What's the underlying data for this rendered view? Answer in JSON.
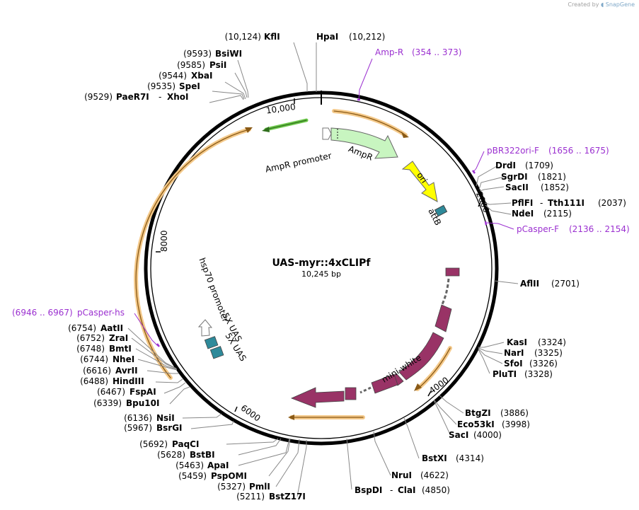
{
  "credit": {
    "prefix": "Created by",
    "brand": "SnapGene"
  },
  "plasmid": {
    "name": "UAS-myr::4xCLIPf",
    "length_label": "10,245 bp"
  },
  "ticks": [
    {
      "label": "10,000"
    },
    {
      "label": "2000"
    },
    {
      "label": "4000"
    },
    {
      "label": "6000"
    },
    {
      "label": "8000"
    }
  ],
  "sites": [
    {
      "id": "hpai",
      "name": "HpaI",
      "pos": "(10,212)"
    },
    {
      "id": "kfli",
      "name": "KflI",
      "pos": "(10,124)"
    },
    {
      "id": "bsiwi",
      "name": "BsiWI",
      "pos": "(9593)"
    },
    {
      "id": "psii",
      "name": "PsiI",
      "pos": "(9585)"
    },
    {
      "id": "xbai",
      "name": "XbaI",
      "pos": "(9544)"
    },
    {
      "id": "spei",
      "name": "SpeI",
      "pos": "(9535)"
    },
    {
      "id": "paer7i",
      "name": "PaeR7I",
      "name2": "XhoI",
      "pos": "(9529)"
    },
    {
      "id": "drdi",
      "name": "DrdI",
      "pos": "(1709)"
    },
    {
      "id": "sgrdi",
      "name": "SgrDI",
      "pos": "(1821)"
    },
    {
      "id": "sacii",
      "name": "SacII",
      "pos": "(1852)"
    },
    {
      "id": "pflfi",
      "name": "PflFI",
      "name2": "Tth111I",
      "pos": "(2037)"
    },
    {
      "id": "ndei",
      "name": "NdeI",
      "pos": "(2115)"
    },
    {
      "id": "aflii",
      "name": "AflII",
      "pos": "(2701)"
    },
    {
      "id": "kasi",
      "name": "KasI",
      "pos": "(3324)"
    },
    {
      "id": "nari",
      "name": "NarI",
      "pos": "(3325)"
    },
    {
      "id": "sfoi",
      "name": "SfoI",
      "pos": "(3326)"
    },
    {
      "id": "pluti",
      "name": "PluTI",
      "pos": "(3328)"
    },
    {
      "id": "btgzi",
      "name": "BtgZI",
      "pos": "(3886)"
    },
    {
      "id": "eco53ki",
      "name": "Eco53kI",
      "pos": "(3998)"
    },
    {
      "id": "saci",
      "name": "SacI",
      "pos": "(4000)"
    },
    {
      "id": "bstxi",
      "name": "BstXI",
      "pos": "(4314)"
    },
    {
      "id": "nrui",
      "name": "NruI",
      "pos": "(4622)"
    },
    {
      "id": "bspdi",
      "name": "BspDI",
      "name2": "ClaI",
      "pos": "(4850)"
    },
    {
      "id": "bstz17i",
      "name": "BstZ17I",
      "pos": "(5211)"
    },
    {
      "id": "pmli",
      "name": "PmlI",
      "pos": "(5327)"
    },
    {
      "id": "pspomi",
      "name": "PspOMI",
      "pos": "(5459)"
    },
    {
      "id": "apai",
      "name": "ApaI",
      "pos": "(5463)"
    },
    {
      "id": "bstbi",
      "name": "BstBI",
      "pos": "(5628)"
    },
    {
      "id": "paqci",
      "name": "PaqCI",
      "pos": "(5692)"
    },
    {
      "id": "bsrgi",
      "name": "BsrGI",
      "pos": "(5967)"
    },
    {
      "id": "nsii",
      "name": "NsiI",
      "pos": "(6136)"
    },
    {
      "id": "bpu10i",
      "name": "Bpu10I",
      "pos": "(6339)"
    },
    {
      "id": "fspai",
      "name": "FspAI",
      "pos": "(6467)"
    },
    {
      "id": "hindiii",
      "name": "HindIII",
      "pos": "(6488)"
    },
    {
      "id": "avrii",
      "name": "AvrII",
      "pos": "(6616)"
    },
    {
      "id": "nhei",
      "name": "NheI",
      "pos": "(6744)"
    },
    {
      "id": "bmti",
      "name": "BmtI",
      "pos": "(6748)"
    },
    {
      "id": "zrai",
      "name": "ZraI",
      "pos": "(6752)"
    },
    {
      "id": "aatii",
      "name": "AatII",
      "pos": "(6754)"
    }
  ],
  "primers": [
    {
      "id": "ampr",
      "name": "Amp-R",
      "range": "(354 .. 373)"
    },
    {
      "id": "pbr322",
      "name": "pBR322ori-F",
      "range": "(1656 .. 1675)"
    },
    {
      "id": "pcasperf",
      "name": "pCasper-F",
      "range": "(2136 .. 2154)"
    },
    {
      "id": "pcasperhs",
      "name": "pCasper-hs",
      "range": "(6946 .. 6967)"
    }
  ],
  "features": {
    "ampr": "AmpR",
    "ampr_promoter": "AmpR promoter",
    "ori": "ori",
    "attb": "attB",
    "mini_white": "mini-white",
    "hsp70": "hsp70 promoter",
    "uas1": "5X UAS",
    "uas2": "5X UAS"
  },
  "colors": {
    "backbone": "#000000",
    "orf_arrow": "#f4c98a",
    "ampr": "#c8f5c0",
    "ori": "#ffff00",
    "attb": "#2e8a9a",
    "mini_white": "#993366",
    "primer": "#9b30d0"
  }
}
